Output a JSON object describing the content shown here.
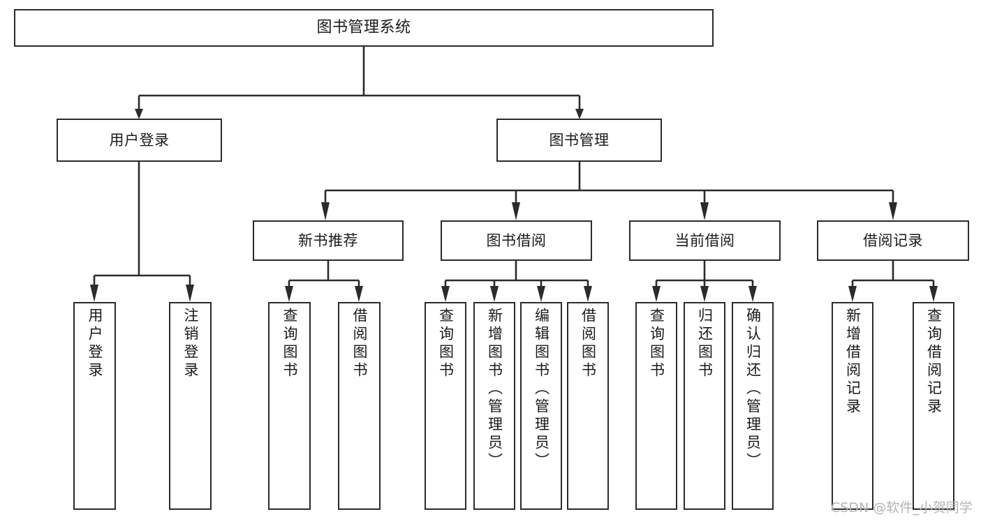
{
  "diagram": {
    "title": "图书管理系统",
    "type": "tree",
    "watermark": "CSDN @软件_小贺同学",
    "colors": {
      "stroke": "#2b2b2b",
      "fill": "#ffffff",
      "text": "#1a1a1a",
      "watermark": "#b4b4b4"
    },
    "root": {
      "label": "图书管理系统"
    },
    "level2": [
      {
        "label": "用户登录"
      },
      {
        "label": "图书管理"
      }
    ],
    "level3": [
      {
        "label": "新书推荐"
      },
      {
        "label": "图书借阅"
      },
      {
        "label": "当前借阅"
      },
      {
        "label": "借阅记录"
      }
    ],
    "leaves": {
      "user_login": [
        {
          "label": "用户登录"
        },
        {
          "label": "注销登录"
        }
      ],
      "new_book_recommend": [
        {
          "label": "查询图书"
        },
        {
          "label": "借阅图书"
        }
      ],
      "book_borrow": [
        {
          "label": "查询图书"
        },
        {
          "label": "新增图书（管理员）"
        },
        {
          "label": "编辑图书（管理员）"
        },
        {
          "label": "借阅图书"
        }
      ],
      "current_borrow": [
        {
          "label": "查询图书"
        },
        {
          "label": "归还图书"
        },
        {
          "label": "确认归还（管理员）"
        }
      ],
      "borrow_record": [
        {
          "label": "新增借阅记录"
        },
        {
          "label": "查询借阅记录"
        }
      ]
    }
  }
}
